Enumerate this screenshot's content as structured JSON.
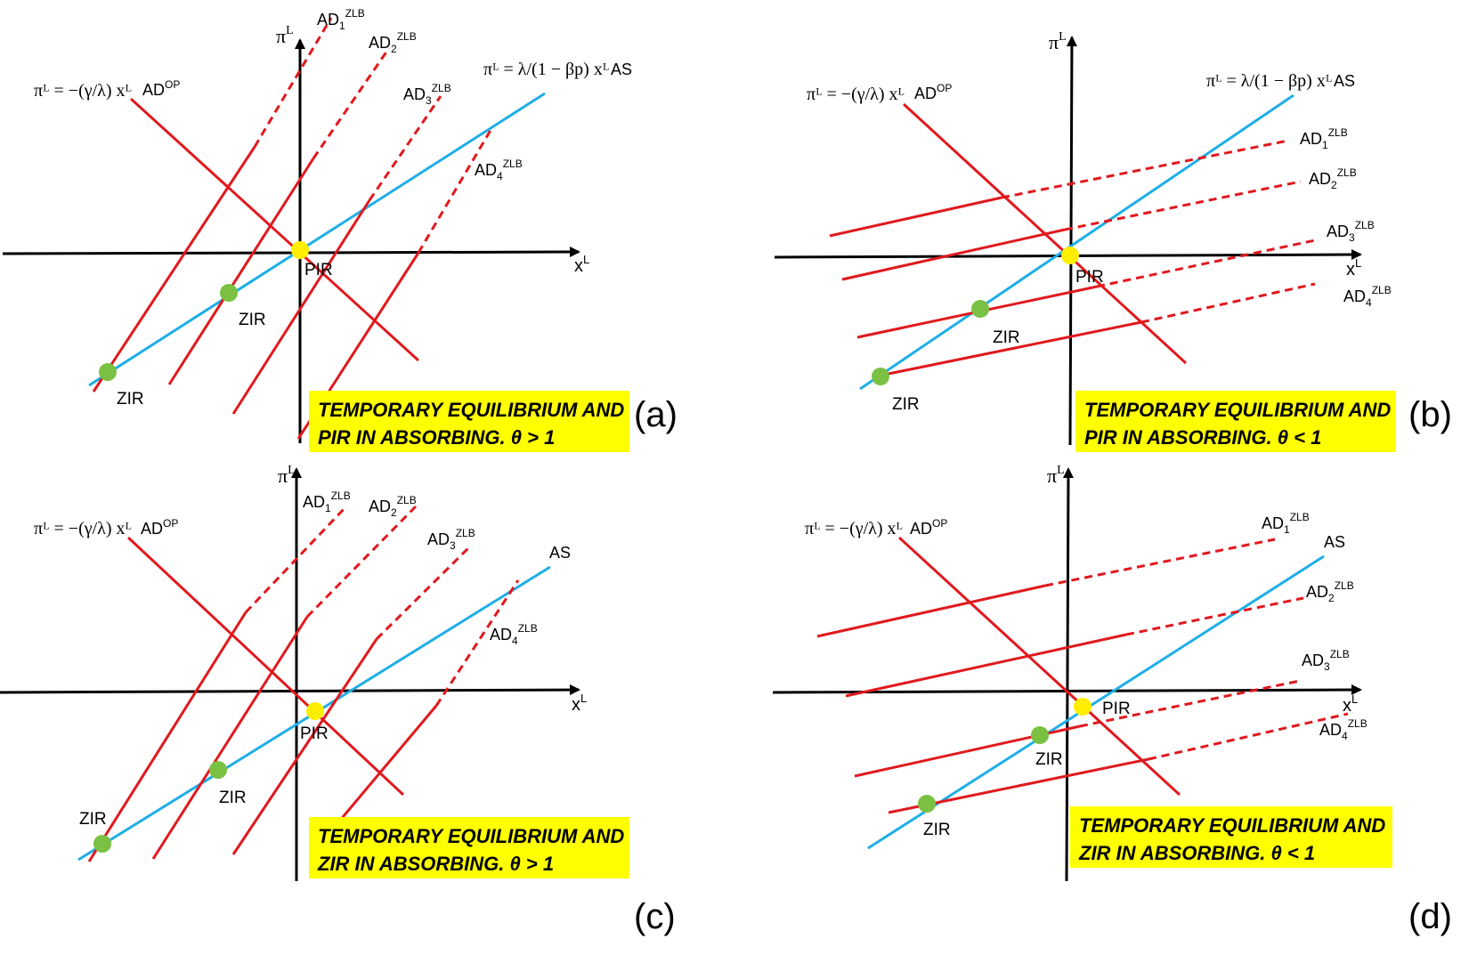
{
  "colors": {
    "axis": "#000000",
    "ad": "#e0191e",
    "as": "#1eaee6",
    "pir": "#ffee00",
    "zir": "#7ac143",
    "note_bg": "#ffff00"
  },
  "panels": [
    {
      "id": "a",
      "label": "(a)",
      "note_line1": "TEMPORARY EQUILIBRIUM AND",
      "note_line2": "PIR IN ABSORBING. θ > 1",
      "axis_y_label": "π",
      "axis_y_sup": "L",
      "axis_x_label": "x",
      "axis_x_sup": "L",
      "adop_formula": "πᴸ = −(γ/λ) xᴸ",
      "adop_label": "AD",
      "adop_sup": "OP",
      "as_formula": "πᴸ = λ/(1 − βp) xᴸ",
      "as_label": "AS",
      "ad_zlb": [
        {
          "base": "AD",
          "sub": "1",
          "sup": "ZLB"
        },
        {
          "base": "AD",
          "sub": "2",
          "sup": "ZLB"
        },
        {
          "base": "AD",
          "sub": "3",
          "sup": "ZLB"
        },
        {
          "base": "AD",
          "sub": "4",
          "sup": "ZLB"
        }
      ],
      "pir_label": "PIR",
      "zir_labels": [
        "ZIR",
        "ZIR"
      ]
    },
    {
      "id": "b",
      "label": "(b)",
      "note_line1": "TEMPORARY EQUILIBRIUM AND",
      "note_line2": "PIR IN ABSORBING. θ < 1",
      "axis_y_label": "π",
      "axis_y_sup": "L",
      "axis_x_label": "x",
      "axis_x_sup": "L",
      "adop_formula": "πᴸ = −(γ/λ) xᴸ",
      "adop_label": "AD",
      "adop_sup": "OP",
      "as_formula": "πᴸ = λ/(1 − βp) xᴸ",
      "as_label": "AS",
      "ad_zlb": [
        {
          "base": "AD",
          "sub": "1",
          "sup": "ZLB"
        },
        {
          "base": "AD",
          "sub": "2",
          "sup": "ZLB"
        },
        {
          "base": "AD",
          "sub": "3",
          "sup": "ZLB"
        },
        {
          "base": "AD",
          "sub": "4",
          "sup": "ZLB"
        }
      ],
      "pir_label": "PIR",
      "zir_labels": [
        "ZIR",
        "ZIR"
      ]
    },
    {
      "id": "c",
      "label": "(c)",
      "note_line1": "TEMPORARY EQUILIBRIUM AND",
      "note_line2": "ZIR IN ABSORBING. θ > 1",
      "axis_y_label": "π",
      "axis_y_sup": "L",
      "axis_x_label": "x",
      "axis_x_sup": "L",
      "adop_formula": "πᴸ = −(γ/λ) xᴸ",
      "adop_label": "AD",
      "adop_sup": "OP",
      "as_label": "AS",
      "ad_zlb": [
        {
          "base": "AD",
          "sub": "1",
          "sup": "ZLB"
        },
        {
          "base": "AD",
          "sub": "2",
          "sup": "ZLB"
        },
        {
          "base": "AD",
          "sub": "3",
          "sup": "ZLB"
        },
        {
          "base": "AD",
          "sub": "4",
          "sup": "ZLB"
        }
      ],
      "pir_label": "PIR",
      "zir_labels": [
        "ZIR",
        "ZIR"
      ]
    },
    {
      "id": "d",
      "label": "(d)",
      "note_line1": "TEMPORARY EQUILIBRIUM AND",
      "note_line2": "ZIR IN ABSORBING. θ < 1",
      "axis_y_label": "π",
      "axis_y_sup": "L",
      "axis_x_label": "x",
      "axis_x_sup": "L",
      "adop_formula": "πᴸ = −(γ/λ) xᴸ",
      "adop_label": "AD",
      "adop_sup": "OP",
      "as_label": "AS",
      "ad_zlb": [
        {
          "base": "AD",
          "sub": "1",
          "sup": "ZLB"
        },
        {
          "base": "AD",
          "sub": "2",
          "sup": "ZLB"
        },
        {
          "base": "AD",
          "sub": "3",
          "sup": "ZLB"
        },
        {
          "base": "AD",
          "sub": "4",
          "sup": "ZLB"
        }
      ],
      "pir_label": "PIR",
      "zir_labels": [
        "ZIR",
        "ZIR"
      ]
    }
  ]
}
